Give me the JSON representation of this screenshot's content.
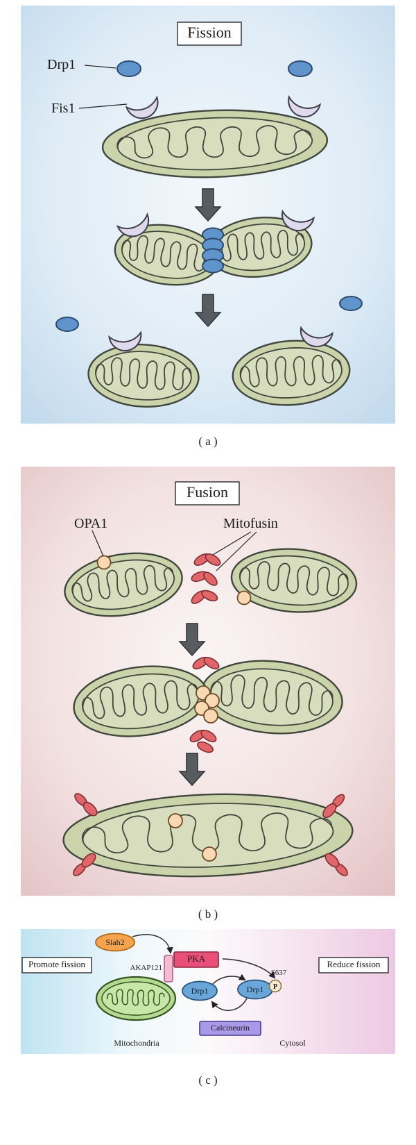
{
  "fig": {
    "panel_a": {
      "title": "Fission",
      "drp1": "Drp1",
      "fis1": "Fis1",
      "caption": "( a )"
    },
    "panel_b": {
      "title": "Fusion",
      "opa1": "OPA1",
      "mitofusin": "Mitofusin",
      "caption": "( b )"
    },
    "panel_c": {
      "promote": "Promote fission",
      "reduce": "Reduce fission",
      "siah2": "Siah2",
      "akap121": "AKAP121",
      "pka": "PKA",
      "drp1_left": "Drp1",
      "drp1_right": "Drp1",
      "s637": "S637",
      "p": "P",
      "calcineurin": "Calcineurin",
      "mitochondria": "Mitochondria",
      "cytosol": "Cytosol",
      "caption": "( c )"
    },
    "colors": {
      "panel_a_edge": "#bcd6eb",
      "panel_b_edge": "#e2bfc2",
      "mito_fill": "#cbd3ab",
      "mito_c_fill": "#b2da90",
      "drp1": "#5f94cc",
      "fis1": "#ded9ec",
      "mitofusin": "#e0666a",
      "opa1": "#f9d9b4",
      "siah2": "#f5a34f",
      "pka": "#e8507a",
      "akap121": "#f3bcd2",
      "calcineurin": "#a89ae6",
      "arrow": "#575c60"
    }
  }
}
